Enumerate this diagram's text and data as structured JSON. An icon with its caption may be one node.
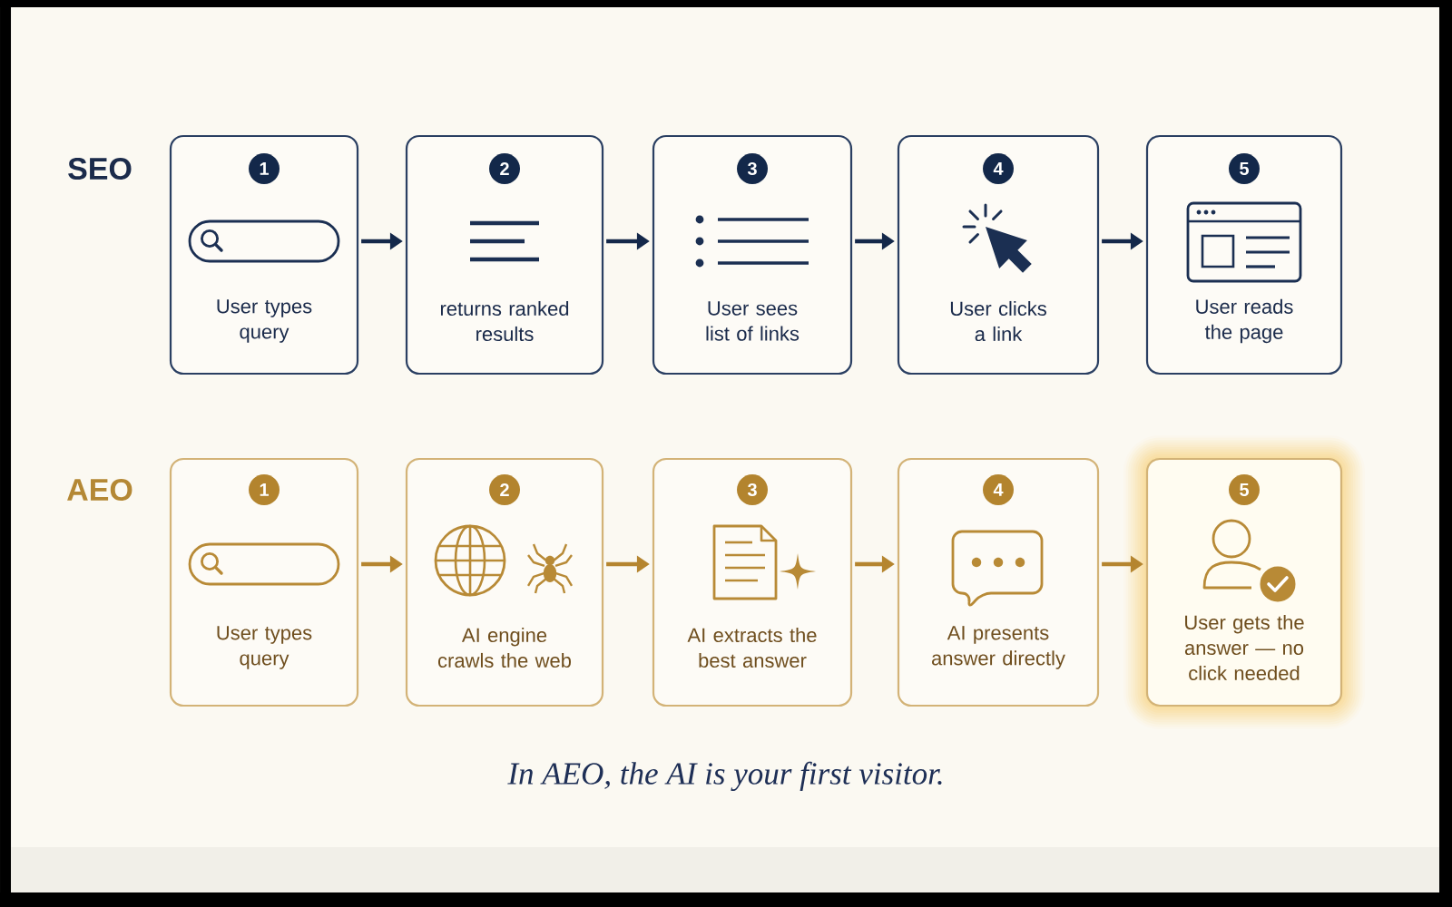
{
  "diagram": {
    "caption": "In AEO, the AI is your first visitor.",
    "nodes": [
      {
        "text": [
          "1",
          "User types query"
        ]
      },
      {
        "text": [
          "2",
          "returns ranked results"
        ]
      },
      {
        "text": [
          "3",
          "User sees list of links"
        ]
      },
      {
        "text": [
          "4",
          "User clicks a link"
        ]
      },
      {
        "text": [
          "5",
          "User reads the page"
        ]
      },
      {
        "text": [
          "1",
          "User types query"
        ]
      },
      {
        "text": [
          "2",
          "AI engine crawls the web"
        ]
      },
      {
        "text": [
          "3",
          "AI extracts the best answer"
        ]
      },
      {
        "text": [
          "4",
          "AI presents answer directly"
        ]
      },
      {
        "text": [
          "5",
          "User gets the answer — no click needed"
        ]
      }
    ],
    "edges": [
      {
        "from": 0,
        "to": 1,
        "arrow": "to",
        "color": "#14284a"
      },
      {
        "from": 1,
        "to": 2,
        "arrow": "to",
        "color": "#14284a"
      },
      {
        "from": 2,
        "to": 3,
        "arrow": "to",
        "color": "#14284a"
      },
      {
        "from": 3,
        "to": 4,
        "arrow": "to",
        "color": "#14284a"
      },
      {
        "from": 5,
        "to": 6,
        "arrow": "to",
        "color": "#b5852f"
      },
      {
        "from": 6,
        "to": 7,
        "arrow": "to",
        "color": "#b5852f"
      },
      {
        "from": 7,
        "to": 8,
        "arrow": "to",
        "color": "#b5852f"
      },
      {
        "from": 8,
        "to": 9,
        "arrow": "to",
        "color": "#b5852f"
      }
    ],
    "labels": [
      "SEO",
      "AEO"
    ]
  }
}
